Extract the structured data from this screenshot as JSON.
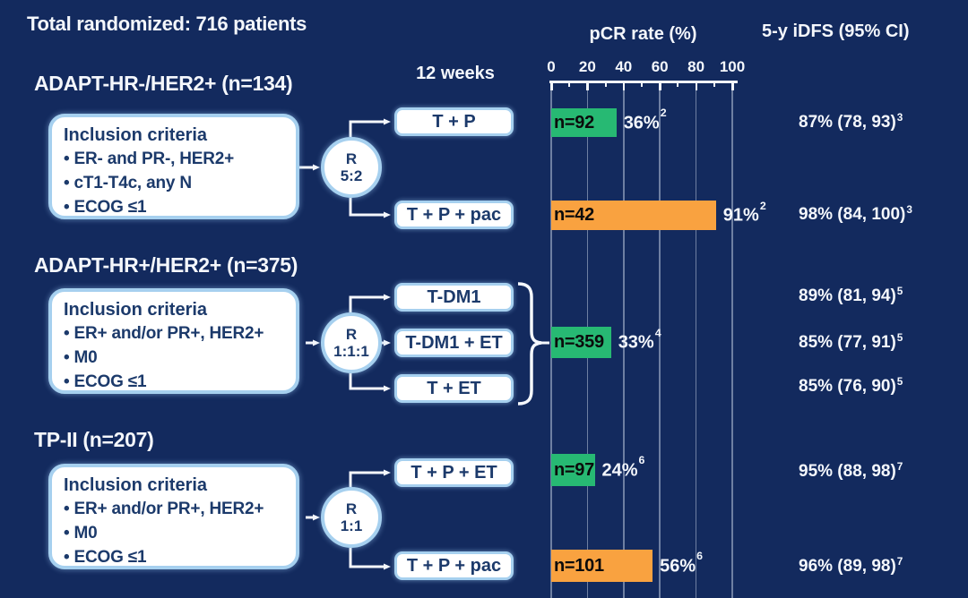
{
  "title": "Total randomized: 716 patients",
  "columns": {
    "timepoint_label": "12 weeks",
    "pcr_header": "pCR rate (%)",
    "idfs_header": "5-y iDFS (95% CI)"
  },
  "axis": {
    "min": 0,
    "max": 100,
    "major_ticks": [
      0,
      20,
      40,
      60,
      80,
      100
    ],
    "minor_ticks": [
      10,
      30,
      50,
      70,
      90
    ]
  },
  "colors": {
    "background": "#132a5e",
    "bar_green": "#27b973",
    "bar_orange": "#f9a240",
    "box_border": "#a6d0ef",
    "box_text_navy": "#1c3a6b",
    "gridline": "#b9c4da"
  },
  "sections": [
    {
      "header": "ADAPT-HR-/HER2+ (n=134)",
      "inclusion": {
        "title": "Inclusion criteria",
        "bullets": [
          "• ER- and PR-, HER2+",
          "• cT1-T4c, any N",
          "• ECOG ≤1"
        ]
      },
      "randomization": {
        "r": "R",
        "ratio": "5:2"
      },
      "arms": [
        {
          "treatment": "T + P",
          "n_label": "n=92",
          "pcr_value": 36,
          "pcr_label": "36%",
          "pcr_footnote": "2",
          "idfs": "87% (78, 93)",
          "idfs_footnote": "3"
        },
        {
          "treatment": "T + P + pac",
          "n_label": "n=42",
          "pcr_value": 91,
          "pcr_label": "91%",
          "pcr_footnote": "2",
          "idfs": "98% (84, 100)",
          "idfs_footnote": "3"
        }
      ]
    },
    {
      "header": "ADAPT-HR+/HER2+ (n=375)",
      "inclusion": {
        "title": "Inclusion criteria",
        "bullets": [
          "• ER+ and/or PR+, HER2+",
          "• M0",
          "• ECOG ≤1"
        ]
      },
      "randomization": {
        "r": "R",
        "ratio": "1:1:1"
      },
      "treatments": [
        "T-DM1",
        "T-DM1 + ET",
        "T + ET"
      ],
      "pooled_bar": {
        "n_label": "n=359",
        "pcr_value": 33,
        "pcr_label": "33%",
        "pcr_footnote": "4"
      },
      "idfs_rows": [
        {
          "idfs": "89% (81, 94)",
          "idfs_footnote": "5"
        },
        {
          "idfs": "85% (77, 91)",
          "idfs_footnote": "5"
        },
        {
          "idfs": "85% (76, 90)",
          "idfs_footnote": "5"
        }
      ]
    },
    {
      "header": "TP-II (n=207)",
      "inclusion": {
        "title": "Inclusion criteria",
        "bullets": [
          "• ER+ and/or PR+, HER2+",
          "• M0",
          "• ECOG ≤1"
        ]
      },
      "randomization": {
        "r": "R",
        "ratio": "1:1"
      },
      "arms": [
        {
          "treatment": "T + P + ET",
          "n_label": "n=97",
          "pcr_value": 24,
          "pcr_label": "24%",
          "pcr_footnote": "6",
          "idfs": "95% (88, 98)",
          "idfs_footnote": "7"
        },
        {
          "treatment": "T + P + pac",
          "n_label": "n=101",
          "pcr_value": 56,
          "pcr_label": "56%",
          "pcr_footnote": "6",
          "idfs": "96% (89, 98)",
          "idfs_footnote": "7"
        }
      ]
    }
  ],
  "chart_data": {
    "type": "bar",
    "orientation": "horizontal",
    "title": "pCR rate (%)",
    "xlim": [
      0,
      100
    ],
    "x_ticks": [
      0,
      20,
      40,
      60,
      80,
      100
    ],
    "grid": true,
    "bars": [
      {
        "group": "ADAPT-HR-/HER2+",
        "arm": "T + P",
        "n": 92,
        "pcr_pct": 36,
        "color": "#27b973",
        "idfs_5y": "87% (78, 93)"
      },
      {
        "group": "ADAPT-HR-/HER2+",
        "arm": "T + P + pac",
        "n": 42,
        "pcr_pct": 91,
        "color": "#f9a240",
        "idfs_5y": "98% (84, 100)"
      },
      {
        "group": "ADAPT-HR+/HER2+",
        "arm": "T-DM1 / T-DM1 + ET / T + ET (pooled)",
        "n": 359,
        "pcr_pct": 33,
        "color": "#27b973",
        "idfs_5y": [
          "89% (81, 94)",
          "85% (77, 91)",
          "85% (76, 90)"
        ]
      },
      {
        "group": "TP-II",
        "arm": "T + P + ET",
        "n": 97,
        "pcr_pct": 24,
        "color": "#27b973",
        "idfs_5y": "95% (88, 98)"
      },
      {
        "group": "TP-II",
        "arm": "T + P + pac",
        "n": 101,
        "pcr_pct": 56,
        "color": "#f9a240",
        "idfs_5y": "96% (89, 98)"
      }
    ]
  }
}
